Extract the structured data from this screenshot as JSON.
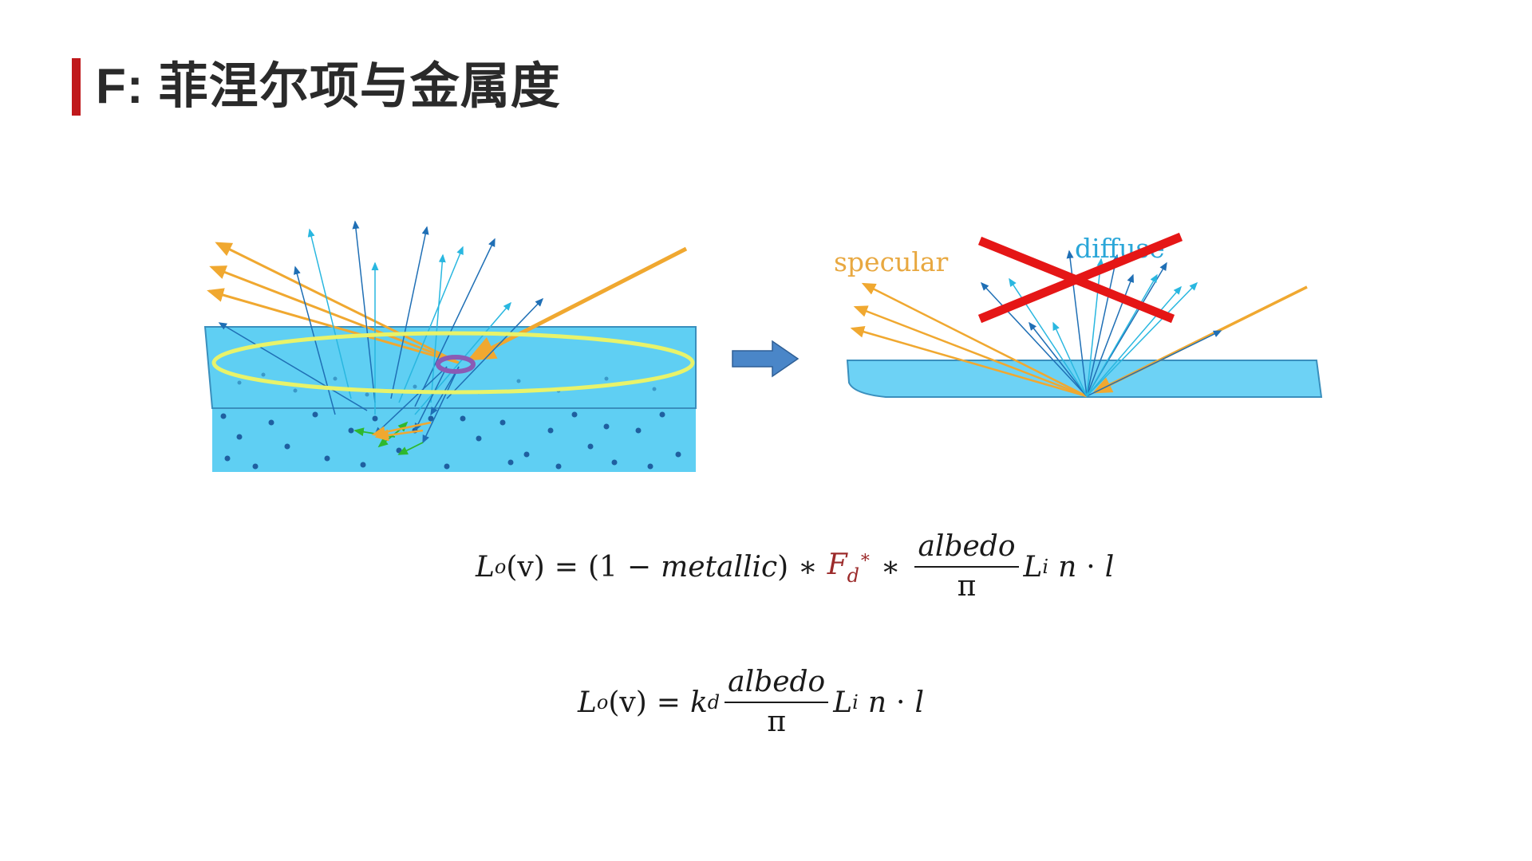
{
  "title": "F: 菲涅尔项与金属度",
  "diagram": {
    "specular_label": "specular",
    "diffuse_label": "diffuse",
    "colors": {
      "water": "#5fcff3",
      "water_dark": "#44b8e6",
      "specular_ray": "#f0a830",
      "diffuse_ray_dark": "#1f6fb5",
      "diffuse_ray_light": "#29b7e0",
      "subsurface_ray": "#2eb82e",
      "halo": "#e8f36a",
      "cross": "#e51616",
      "arrow": "#4a86c8",
      "title_bar": "#c0191c"
    }
  },
  "formula1": {
    "lo": "L",
    "lo_sub": "o",
    "arg": "(v)",
    "eq": "=",
    "open": "(1",
    "minus": "−",
    "metallic": "metallic",
    "close": ")",
    "star1": "∗",
    "f": "F",
    "f_sub": "d",
    "f_sup": "∗",
    "star2": "∗",
    "num": "albedo",
    "den": "π",
    "li": "L",
    "li_sub": "i",
    "n": "n",
    "dot": "·",
    "l": "l"
  },
  "formula2": {
    "lo": "L",
    "lo_sub": "o",
    "arg": "(v)",
    "eq": "=",
    "k": "k",
    "k_sub": "d",
    "num": "albedo",
    "den": "π",
    "li": "L",
    "li_sub": "i",
    "n": "n",
    "dot": "·",
    "l": "l"
  }
}
